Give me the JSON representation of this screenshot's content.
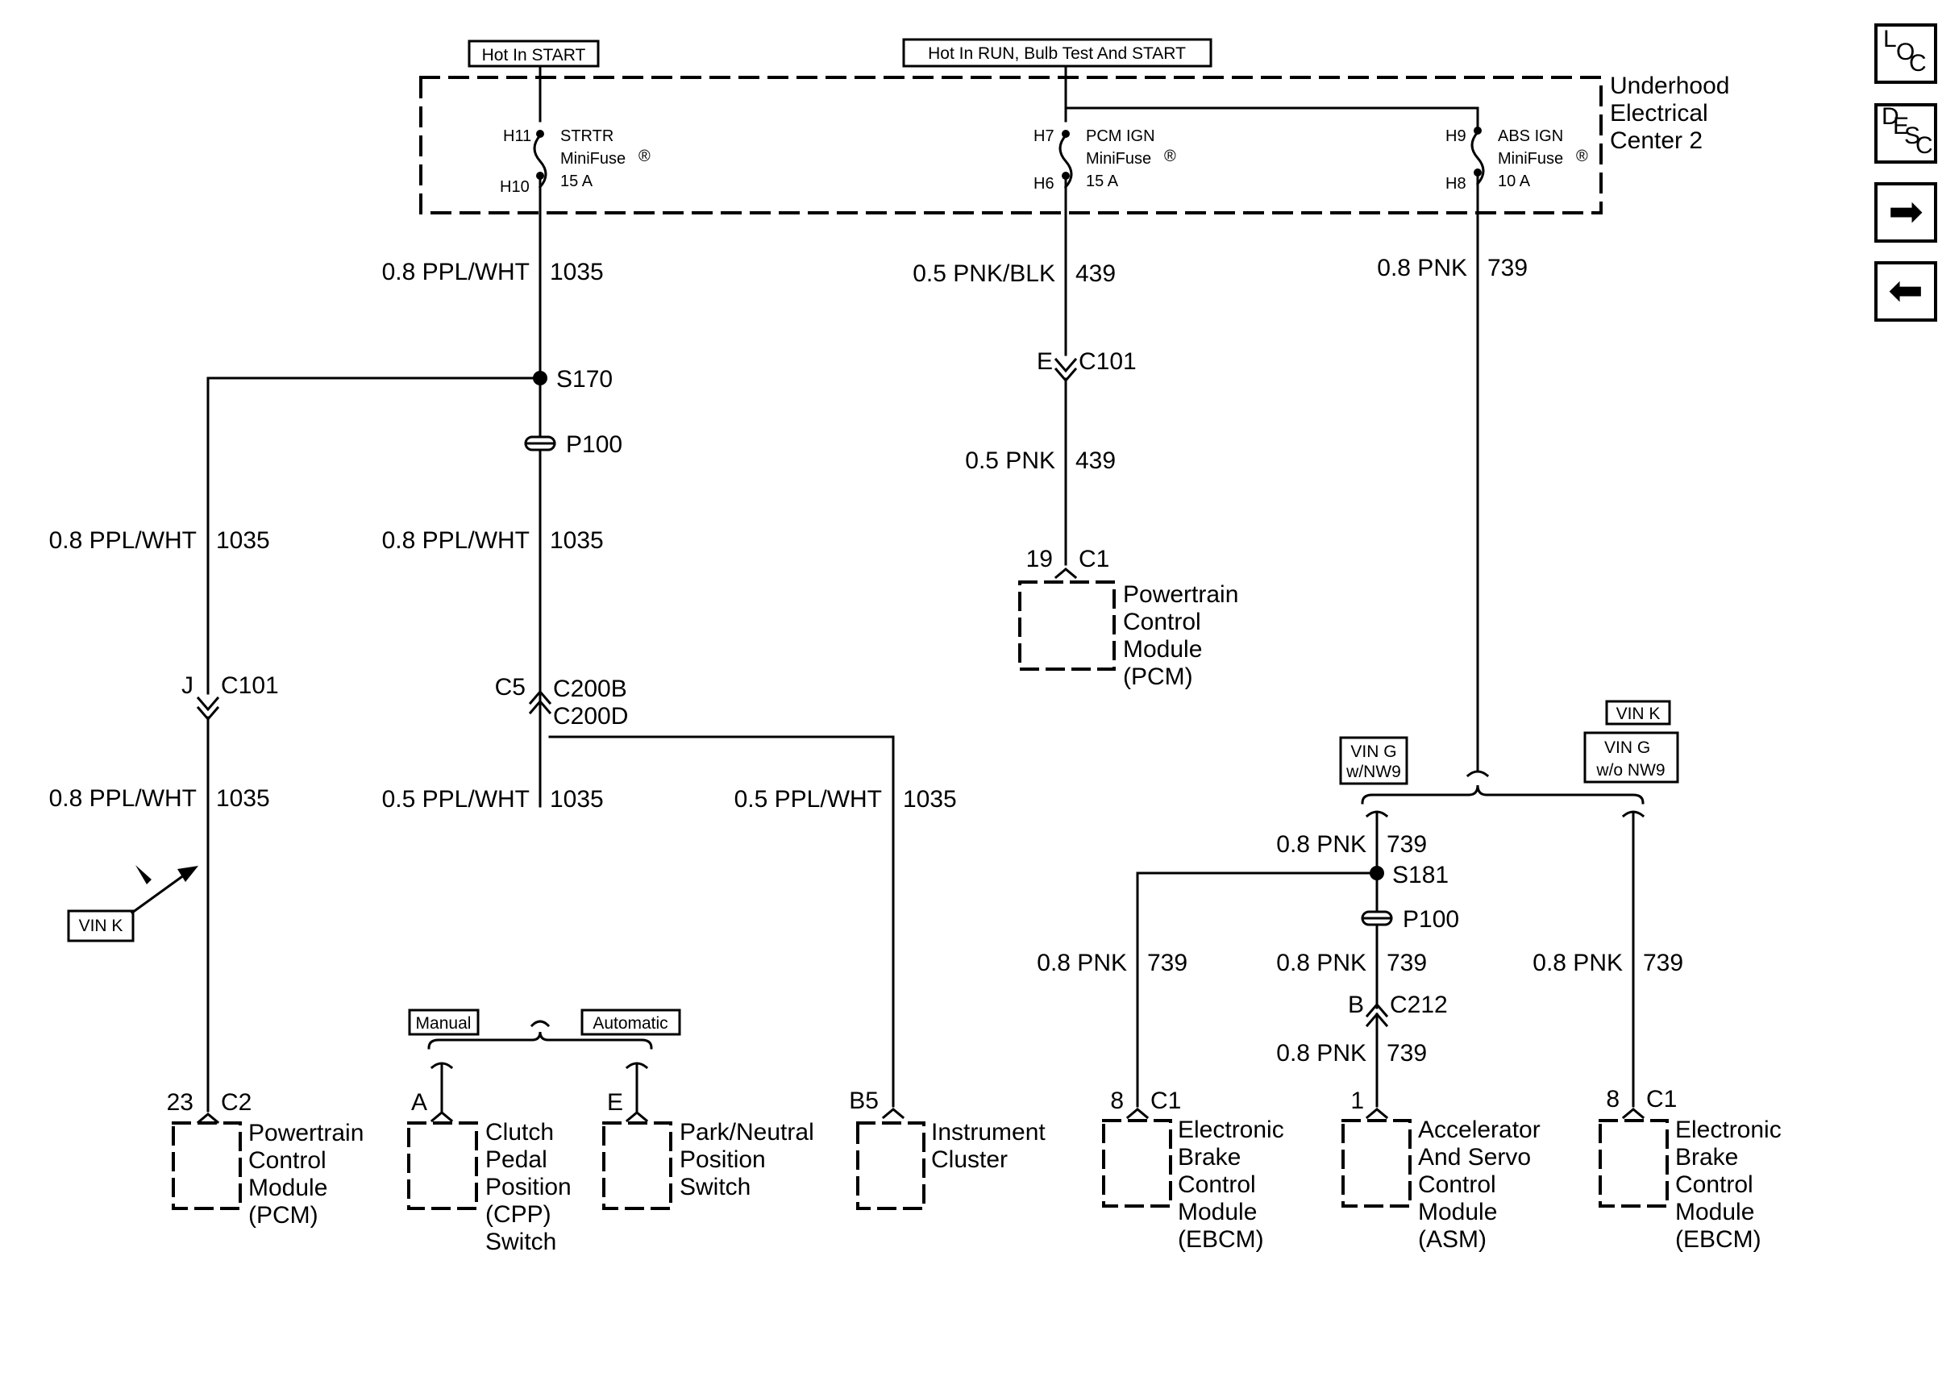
{
  "header": {
    "hot_in_start": "Hot In START",
    "hot_in_run": "Hot In RUN, Bulb Test And START"
  },
  "fuse_block": {
    "title_lines": [
      "Underhood",
      "Electrical",
      "Center 2"
    ],
    "fuses": [
      {
        "top": "H11",
        "bottom": "H10",
        "lines": [
          "STRTR",
          "MiniFuse",
          "15 A"
        ]
      },
      {
        "top": "H7",
        "bottom": "H6",
        "lines": [
          "PCM IGN",
          "MiniFuse",
          "15 A"
        ]
      },
      {
        "top": "H9",
        "bottom": "H8",
        "lines": [
          "ABS IGN",
          "MiniFuse",
          "10 A"
        ]
      }
    ],
    "reg_mark": "®"
  },
  "wires": {
    "w1035": "1035",
    "w439": "439",
    "w739": "739",
    "ppl_wht_08": "0.8 PPL/WHT",
    "ppl_wht_05": "0.5 PPL/WHT",
    "pnk_blk_05": "0.5 PNK/BLK",
    "pnk_05": "0.5 PNK",
    "pnk_08": "0.8 PNK"
  },
  "splices": {
    "s170": "S170",
    "s181": "S181",
    "p100": "P100"
  },
  "connectors": {
    "e": "E",
    "c101": "C101",
    "j": "J",
    "c5": "C5",
    "c200b": "C200B",
    "c200d": "C200D",
    "c1": "C1",
    "c2": "C2",
    "c212": "C212",
    "b": "B",
    "pin19": "19",
    "pin23": "23",
    "pin_a": "A",
    "pin_e": "E",
    "pin_b5": "B5",
    "pin8": "8",
    "pin1": "1"
  },
  "options": {
    "vin_k": "VIN K",
    "vin_g": "VIN G",
    "w_nw9": "w/NW9",
    "wo_nw9": "w/o NW9",
    "manual": "Manual",
    "automatic": "Automatic"
  },
  "components": {
    "pcm_top": [
      "Powertrain",
      "Control",
      "Module",
      "(PCM)"
    ],
    "pcm_left": [
      "Powertrain",
      "Control",
      "Module",
      "(PCM)"
    ],
    "cpp": [
      "Clutch",
      "Pedal",
      "Position",
      "(CPP)",
      "Switch"
    ],
    "pnp": [
      "Park/Neutral",
      "Position",
      "Switch"
    ],
    "ipc": [
      "Instrument",
      "Cluster"
    ],
    "ebcm": [
      "Electronic",
      "Brake",
      "Control",
      "Module",
      "(EBCM)"
    ],
    "asm": [
      "Accelerator",
      "And Servo",
      "Control",
      "Module",
      "(ASM)"
    ]
  },
  "nav": {
    "loc": [
      "L",
      "O",
      "C"
    ],
    "desc": [
      "D",
      "E",
      "S",
      "C"
    ],
    "next_glyph": "➡",
    "prev_glyph": "⬅"
  }
}
